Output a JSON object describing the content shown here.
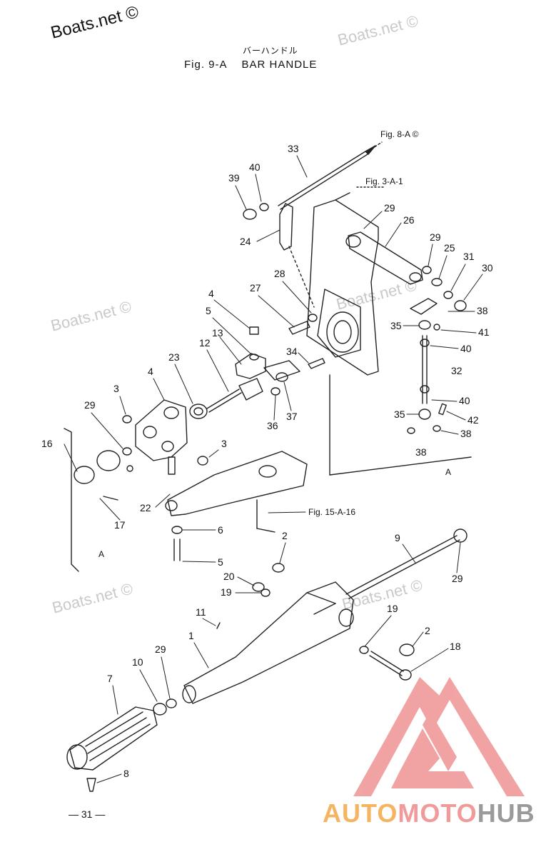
{
  "watermarks": {
    "main": "Boats.net ©",
    "faint": [
      "Boats.net ©",
      "Boats.net ©",
      "Boats.net ©",
      "Boats.net ©",
      "Boats.net ©"
    ]
  },
  "header": {
    "jp_title": "バーハンドル",
    "fig_label": "Fig. 9-A",
    "title": "BAR HANDLE"
  },
  "references": {
    "fig_8a": "Fig. 8-A ©",
    "fig_3a1": "Fig. 3-A-1",
    "fig_15a16": "Fig. 15-A-16",
    "view_a1": "A",
    "view_a2": "A"
  },
  "parts": [
    "33",
    "40",
    "39",
    "24",
    "29",
    "26",
    "29",
    "25",
    "31",
    "30",
    "28",
    "27",
    "38",
    "35",
    "41",
    "40",
    "4",
    "5",
    "13",
    "12",
    "34",
    "32",
    "23",
    "4",
    "3",
    "29",
    "16",
    "36",
    "37",
    "40",
    "35",
    "42",
    "38",
    "38",
    "3",
    "22",
    "17",
    "6",
    "5",
    "2",
    "9",
    "29",
    "20",
    "19",
    "11",
    "19",
    "1",
    "2",
    "18",
    "10",
    "29",
    "7",
    "8"
  ],
  "page_number": "— 31 —",
  "logo": {
    "part1": "AUTO",
    "part2": "MOTO",
    "part3": "HUB",
    "color1": "#f5b461",
    "color2": "#f09a9a",
    "color3": "#9a9a9a"
  }
}
